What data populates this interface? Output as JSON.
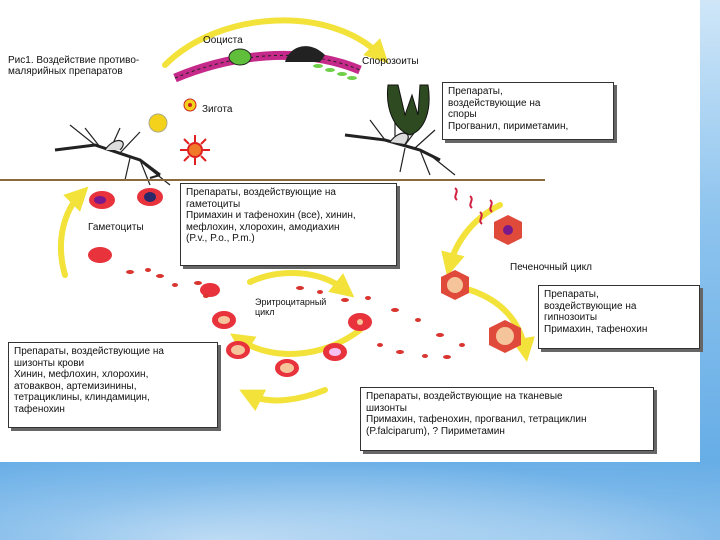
{
  "figure": {
    "caption": "Рис1. Воздействие противо-\nмалярийных препаратов",
    "labels": {
      "oocyst": "Ооциста",
      "sporozoites": "Спорозоиты",
      "zygote": "Зигота",
      "gametocytes": "Гаметоциты",
      "liver_cycle": "Печеночный цикл",
      "erythrocytic_cycle": "Эритроцитарный\nцикл"
    },
    "boxes": {
      "spores": {
        "heading": "Препараты,\nвоздействующие на\nспоры",
        "drugs": "Прогванил, пириметамин,"
      },
      "gametocytes": {
        "heading": "Препараты, воздействующие на\nгаметоциты",
        "drugs": "Примахин и тафенохин (все), хинин,\nмефлохин, хлорохин, амодиахин\n(P.v., P.o., P.m.)"
      },
      "hypnozoites": {
        "heading": "Препараты,\nвоздействующие на\nгипнозоиты",
        "drugs": "Примахин, тафенохин"
      },
      "blood_schizonts": {
        "heading": "Препараты, воздействующие на\nшизонты крови",
        "drugs": "Хинин, мефлохин, хлорохин,\nатоваквон, артемизинины,\nтетрациклины, клиндамицин,\nтафенохин"
      },
      "tissue_schizonts": {
        "heading": "Препараты, воздействующие на тканевые\nшизонты",
        "drugs": "Примахин, тафенохин, прогванил, тетрациклин\n(P.falciparum), ? Пириметамин"
      }
    },
    "colors": {
      "arrow": "#f2e23a",
      "erythrocyte": "#e8323c",
      "gut_wall": "#c52a8a",
      "oocyst": "#5fbf3a",
      "hepatocyte": "#e04a3a"
    }
  }
}
